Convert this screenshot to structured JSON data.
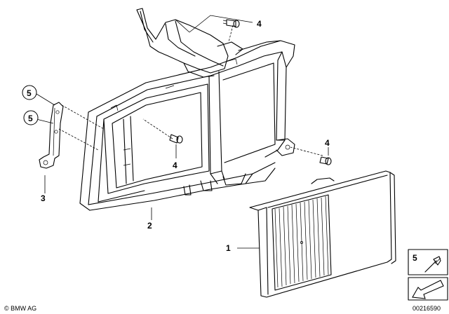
{
  "callouts": {
    "part1": "1",
    "part2": "2",
    "part3": "3",
    "screw_top": "4",
    "screw_mid": "4",
    "screw_right": "4",
    "rivet_upper": "5",
    "rivet_lower": "5",
    "legend_rivet": "5"
  },
  "copyright": "© BMW AG",
  "drawing_number": "00216590"
}
